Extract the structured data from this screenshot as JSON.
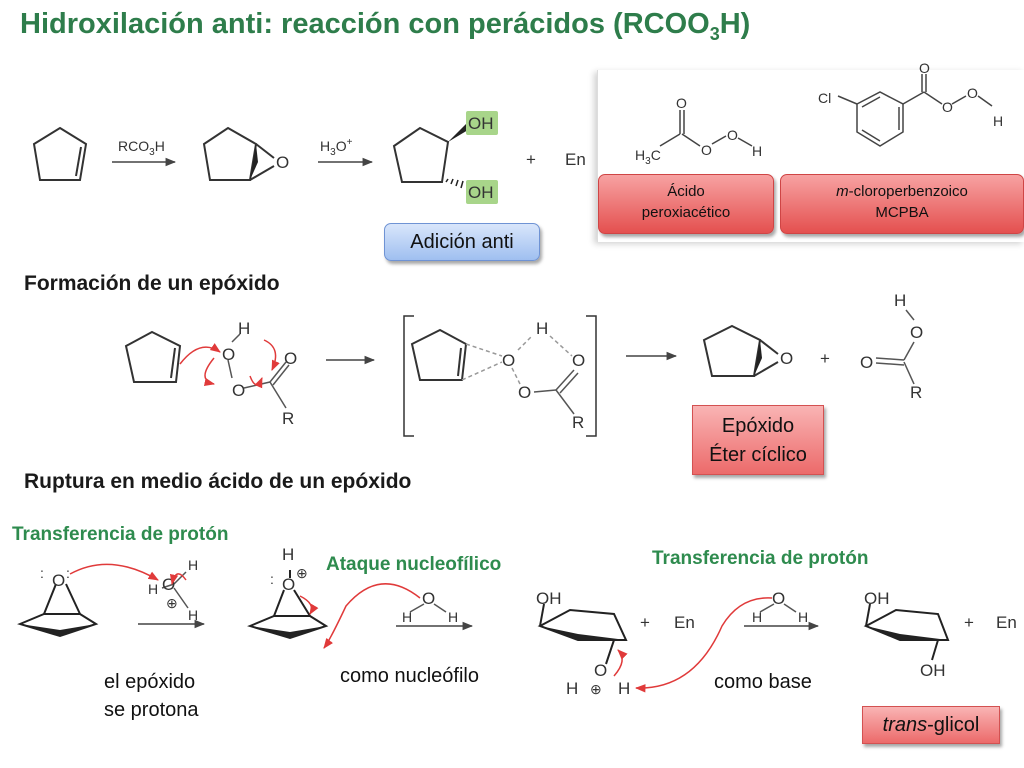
{
  "title": {
    "main": "Hidroxilación anti: reacción con perácidos (RCOO",
    "sub": "3",
    "end": "H)"
  },
  "reaction1": {
    "reagent1_a": "RCO",
    "reagent1_sub": "3",
    "reagent1_b": "H",
    "reagent2_a": "H",
    "reagent2_sub": "3",
    "reagent2_b": "O",
    "reagent2_sup": "+",
    "oxygen": "O",
    "oh1": "OH",
    "oh2": "OH",
    "plus": "+",
    "en": "En",
    "anti_label": "Adición anti"
  },
  "peracids": {
    "acetic_label_1": "Ácido",
    "acetic_label_2": "peroxiacético",
    "mcpba_label_1_italic": "m",
    "mcpba_label_1_rest": "-cloroperbenzoico",
    "mcpba_label_2": "MCPBA",
    "h3c_a": "H",
    "h3c_sub": "3",
    "h3c_b": "C",
    "atom_o": "O",
    "atom_h": "H",
    "atom_cl": "Cl"
  },
  "section2": {
    "heading": "Formación de un epóxido",
    "atom_h": "H",
    "atom_o": "O",
    "atom_r": "R",
    "plus": "+",
    "epoxide_label_1": "Epóxido",
    "epoxide_label_2": "Éter cíclico"
  },
  "section3": {
    "heading": "Ruptura en medio ácido de un epóxido",
    "step1": "Transferencia de protón",
    "step2": "Ataque nucleofílico",
    "step3": "Transferencia de protón",
    "cap1_line1": "el epóxido",
    "cap1_line2": "se protona",
    "cap2": "como nucleófilo",
    "cap3": "como base",
    "product_italic": "trans",
    "product_rest": "-glicol",
    "atom_o": "O",
    "atom_h": "H",
    "atom_oh": "OH",
    "plus": "+",
    "en": "En",
    "oplus": "⊕",
    "lone_pair": "••"
  }
}
